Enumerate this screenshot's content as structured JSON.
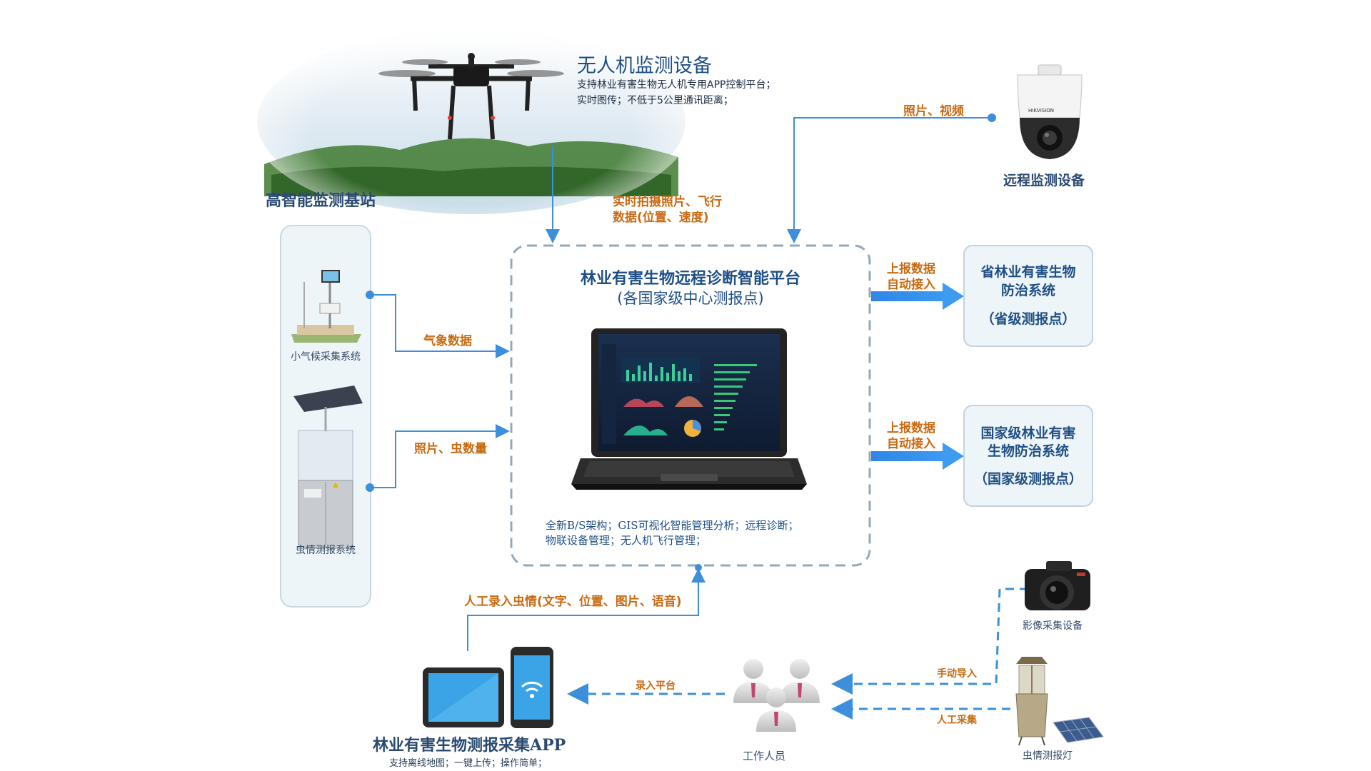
{
  "drone": {
    "title": "无人机监测设备",
    "desc_line1": "支持林业有害生物无人机专用APP控制平台；",
    "desc_line2": "实时图传；不低于5公里通讯距离；"
  },
  "base_station": {
    "title": "高智能监测基站",
    "micro_weather": "小气候采集系统",
    "insect_report": "虫情测报系统"
  },
  "remote_device": {
    "title": "远程监测设备"
  },
  "labels": {
    "photo_video": "照片、视频",
    "realtime_line1": "实时拍摄照片、飞行",
    "realtime_line2": "数据(位置、速度)",
    "weather_data": "气象数据",
    "photo_count": "照片、虫数量",
    "report_auto_1a": "上报数据",
    "report_auto_1b": "自动接入",
    "report_auto_2a": "上报数据",
    "report_auto_2b": "自动接入",
    "manual_entry": "人工录入虫情(文字、位置、图片、语音)",
    "enter_platform": "录入平台",
    "manual_import": "手动导入",
    "manual_collect": "人工采集"
  },
  "platform": {
    "title": "林业有害生物远程诊断智能平台",
    "subtitle": "(各国家级中心测报点)",
    "features_line1": "全新B/S架构；GIS可视化智能管理分析；远程诊断；",
    "features_line2": "物联设备管理；无人机飞行管理；"
  },
  "province_system": {
    "line1": "省林业有害生物",
    "line2": "防治系统",
    "line3": "（省级测报点）"
  },
  "national_system": {
    "line1": "国家级林业有害",
    "line2": "生物防治系统",
    "line3": "（国家级测报点）"
  },
  "app": {
    "title": "林业有害生物测报采集APP",
    "desc": "支持离线地图；一键上传；操作简单；"
  },
  "staff": {
    "label": "工作人员"
  },
  "camera": {
    "label": "影像采集设备"
  },
  "lamp": {
    "label": "虫情测报灯"
  },
  "camera_brand": "HIKVISION",
  "colors": {
    "arrow_blue": "#3d8fdb",
    "label_orange": "#c96a12",
    "title_blue": "#1f4f86",
    "box_border": "#c2d3dd",
    "dash_border": "#93a9bb"
  }
}
